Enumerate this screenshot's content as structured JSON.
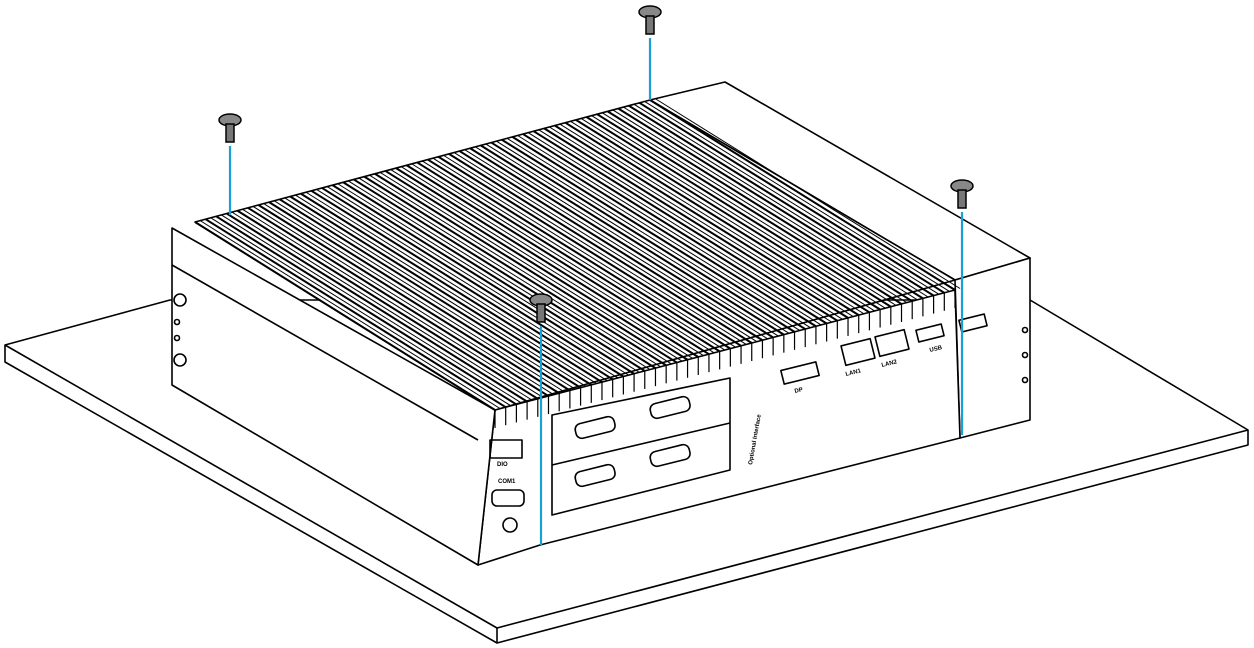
{
  "diagram": {
    "title": "Fanless embedded PC mounting onto plate with four screws",
    "screw_count": 4,
    "colors": {
      "guide_line": "#1aa0d8",
      "outline": "#000000",
      "screw": "#777777"
    },
    "port_labels": {
      "dp": "DP",
      "lan1": "LAN1",
      "lan2": "LAN2",
      "usb": "USB",
      "dio": "DIO",
      "com": "COM1",
      "optional": "Optional Interface"
    }
  }
}
